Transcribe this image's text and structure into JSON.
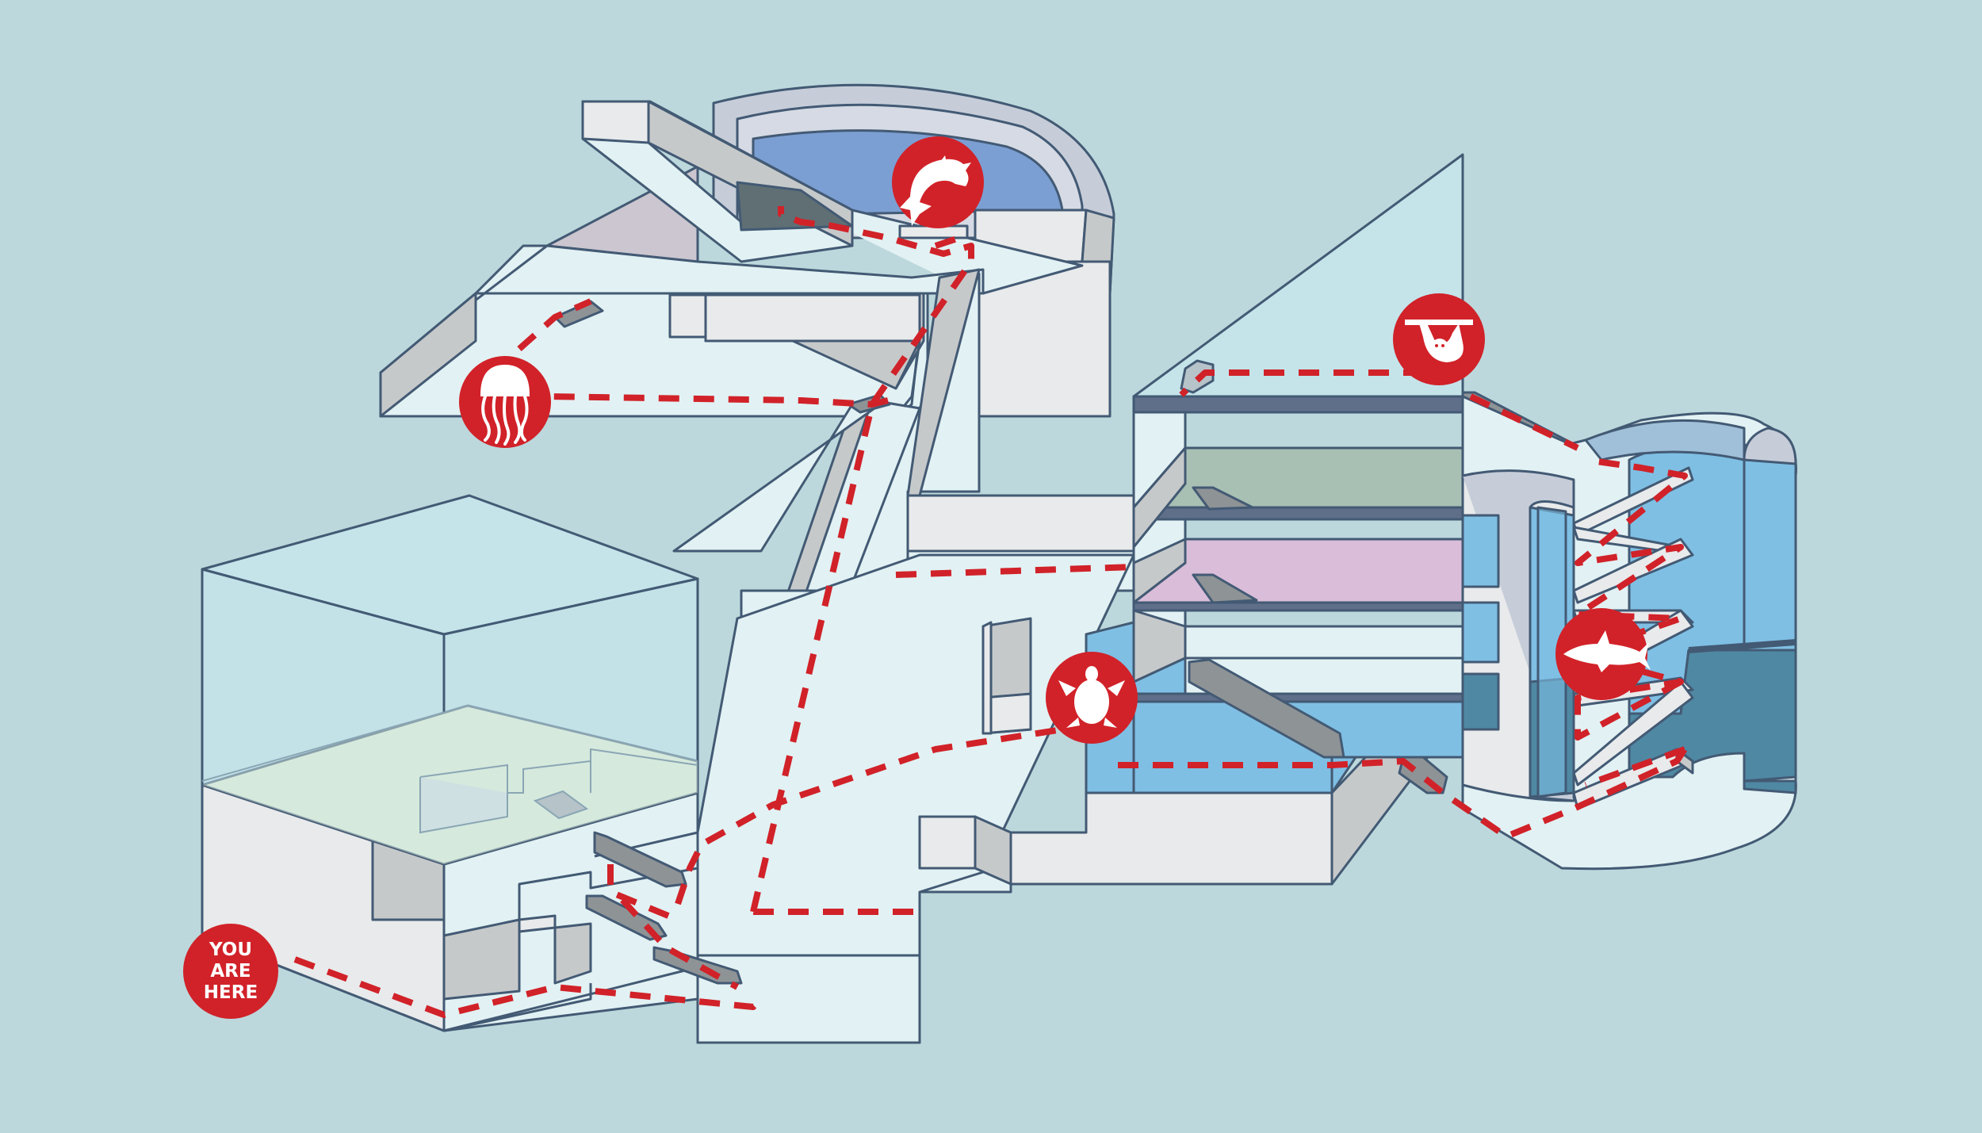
{
  "map": {
    "you_are_here": {
      "lines": [
        "YOU",
        "ARE",
        "HERE"
      ],
      "color": "#d12229",
      "text_color": "#ffffff"
    },
    "exhibits": [
      {
        "id": "dolphins",
        "icon": "dolphin-icon"
      },
      {
        "id": "jellyfish",
        "icon": "jellyfish-icon"
      },
      {
        "id": "sloths",
        "icon": "sloth-icon"
      },
      {
        "id": "sharks",
        "icon": "shark-icon"
      },
      {
        "id": "sea-turtles",
        "icon": "turtle-icon"
      }
    ],
    "colors": {
      "background": "#bcd8dc",
      "route": "#d12229",
      "outline": "#435a74",
      "floor": "#e2f1f3",
      "wall_side": "#c6c9ca",
      "wall_face": "#e8eaeb",
      "water_blue": "#7fbfe4",
      "water_deep": "#4f88a3",
      "dolphin_pool": "#7b9fd3",
      "glass": "#c4e4ea",
      "floor_green": "#a8bfb4",
      "floor_purple": "#d9bdd9"
    }
  }
}
